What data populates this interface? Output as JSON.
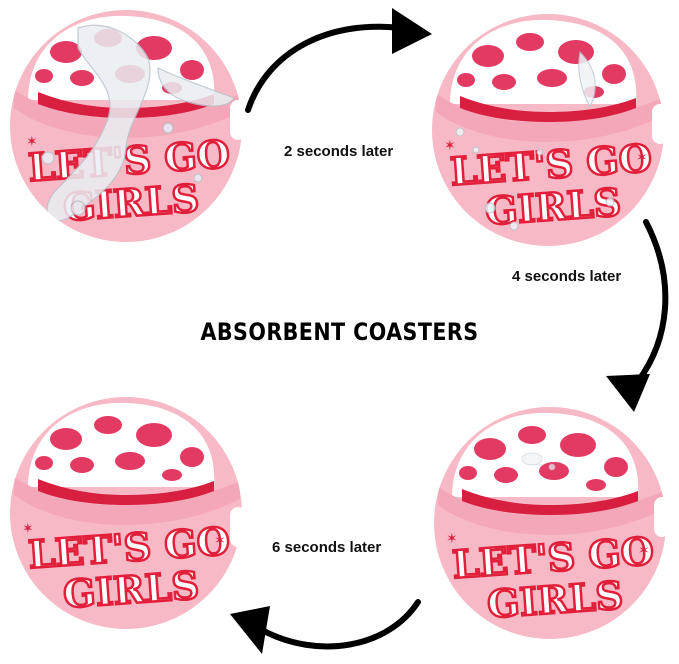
{
  "title": "ABSORBENT COASTERS",
  "captions": {
    "step1": "2 seconds later",
    "step2": "4 seconds later",
    "step3": "6 seconds later"
  },
  "coaster_text": {
    "line1": "LET'S GO",
    "line2": "GIRLS"
  },
  "coasters": [
    {
      "water": "heavy"
    },
    {
      "water": "splashes"
    },
    {
      "water": "none"
    },
    {
      "water": "faint"
    }
  ],
  "colors": {
    "pink_base": "#f7b9c6",
    "cow_spot": "#e33a63",
    "hat_brim_band": "#d91f3f",
    "text_red": "#e21f3a",
    "arrow": "#000000"
  }
}
